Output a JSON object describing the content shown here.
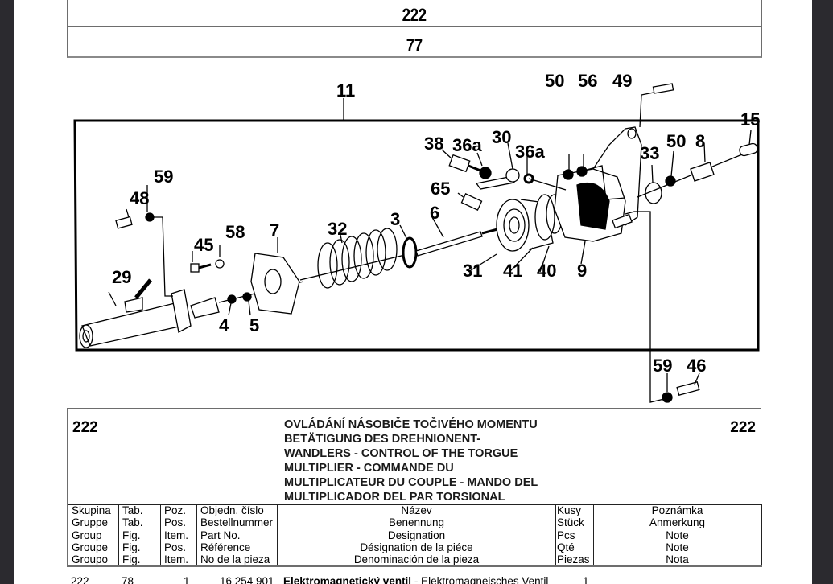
{
  "header": {
    "group_number": "222",
    "table_number": "77"
  },
  "diagram": {
    "description": "Exploded view of torque multiplier control assembly",
    "callouts": [
      "11",
      "50",
      "56",
      "49",
      "15",
      "38",
      "36a",
      "30",
      "36a",
      "33",
      "50",
      "8",
      "65",
      "6",
      "3",
      "59",
      "48",
      "58",
      "45",
      "7",
      "32",
      "29",
      "4",
      "5",
      "31",
      "41",
      "40",
      "9",
      "59",
      "46"
    ]
  },
  "title_block": {
    "group_left": "222",
    "group_right": "222",
    "title_lines": [
      "OVLÁDÁNÍ NÁSOBIČE TOČIVÉHO MOMENTU",
      "BETÄTIGUNG DES DREHNIONENT-",
      "WANDLERS - CONTROL OF THE TORGUE",
      "MULTIPLIER - COMMANDE DU",
      "MULTIPLICATEUR DU COUPLE - MANDO DEL",
      "MULTIPLICADOR DEL PAR TORSIONAL"
    ]
  },
  "columns": [
    {
      "key": "group",
      "lines": [
        "Skupina",
        "Gruppe",
        "Group",
        "Groupe",
        "Groupo"
      ]
    },
    {
      "key": "table",
      "lines": [
        "Tab.",
        "Tab.",
        "Fig.",
        "Fig.",
        "Fig."
      ]
    },
    {
      "key": "position",
      "lines": [
        "Poz.",
        "Pos.",
        "Item.",
        "Pos.",
        "Item."
      ]
    },
    {
      "key": "part_no",
      "lines": [
        "Objedn. číslo",
        "Bestellnummer",
        "Part No.",
        "Référence",
        "No de la pieza"
      ]
    },
    {
      "key": "name",
      "lines": [
        "Název",
        "Benennung",
        "Designation",
        "Désignation de la piéce",
        "Denominación de la pieza"
      ]
    },
    {
      "key": "qty",
      "lines": [
        "Kusy",
        "Stück",
        "Pcs",
        "Qté",
        "Piezas"
      ]
    },
    {
      "key": "note",
      "lines": [
        "Poznámka",
        "Anmerkung",
        "Note",
        "Note",
        "Nota"
      ]
    }
  ],
  "rows": [
    {
      "group": "222",
      "table": "78",
      "position": "1",
      "part_no": "16 254 901",
      "name_bold": "Elektromagnetický ventil",
      "name_rest": " - Elektromagneisches Ventil",
      "qty": "1",
      "note": ""
    }
  ]
}
